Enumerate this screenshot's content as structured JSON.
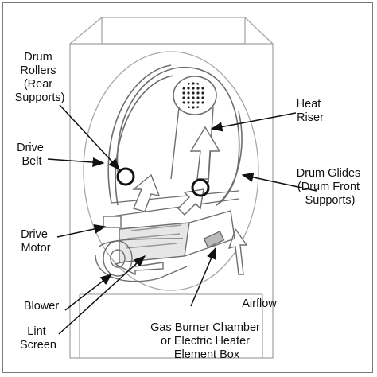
{
  "labels": {
    "drum_rollers": [
      "Drum",
      "Rollers",
      "(Rear",
      "Supports)"
    ],
    "heat_riser": [
      "Heat",
      "Riser"
    ],
    "drive_belt": [
      "Drive",
      "Belt"
    ],
    "drum_glides": [
      "Drum Glides",
      "(Drum Front",
      "Supports)"
    ],
    "drive_motor": [
      "Drive",
      "Motor"
    ],
    "blower": [
      "Blower"
    ],
    "airflow": [
      "Airflow"
    ],
    "lint_screen": [
      "Lint",
      "Screen"
    ],
    "gas_burner": [
      "Gas Burner Chamber",
      "or Electric Heater",
      "Element Box"
    ]
  },
  "colors": {
    "outline": "#a8a8a8",
    "drawing": "#6e6e6e",
    "leader": "#111111",
    "frame": "#7a7a7a"
  }
}
